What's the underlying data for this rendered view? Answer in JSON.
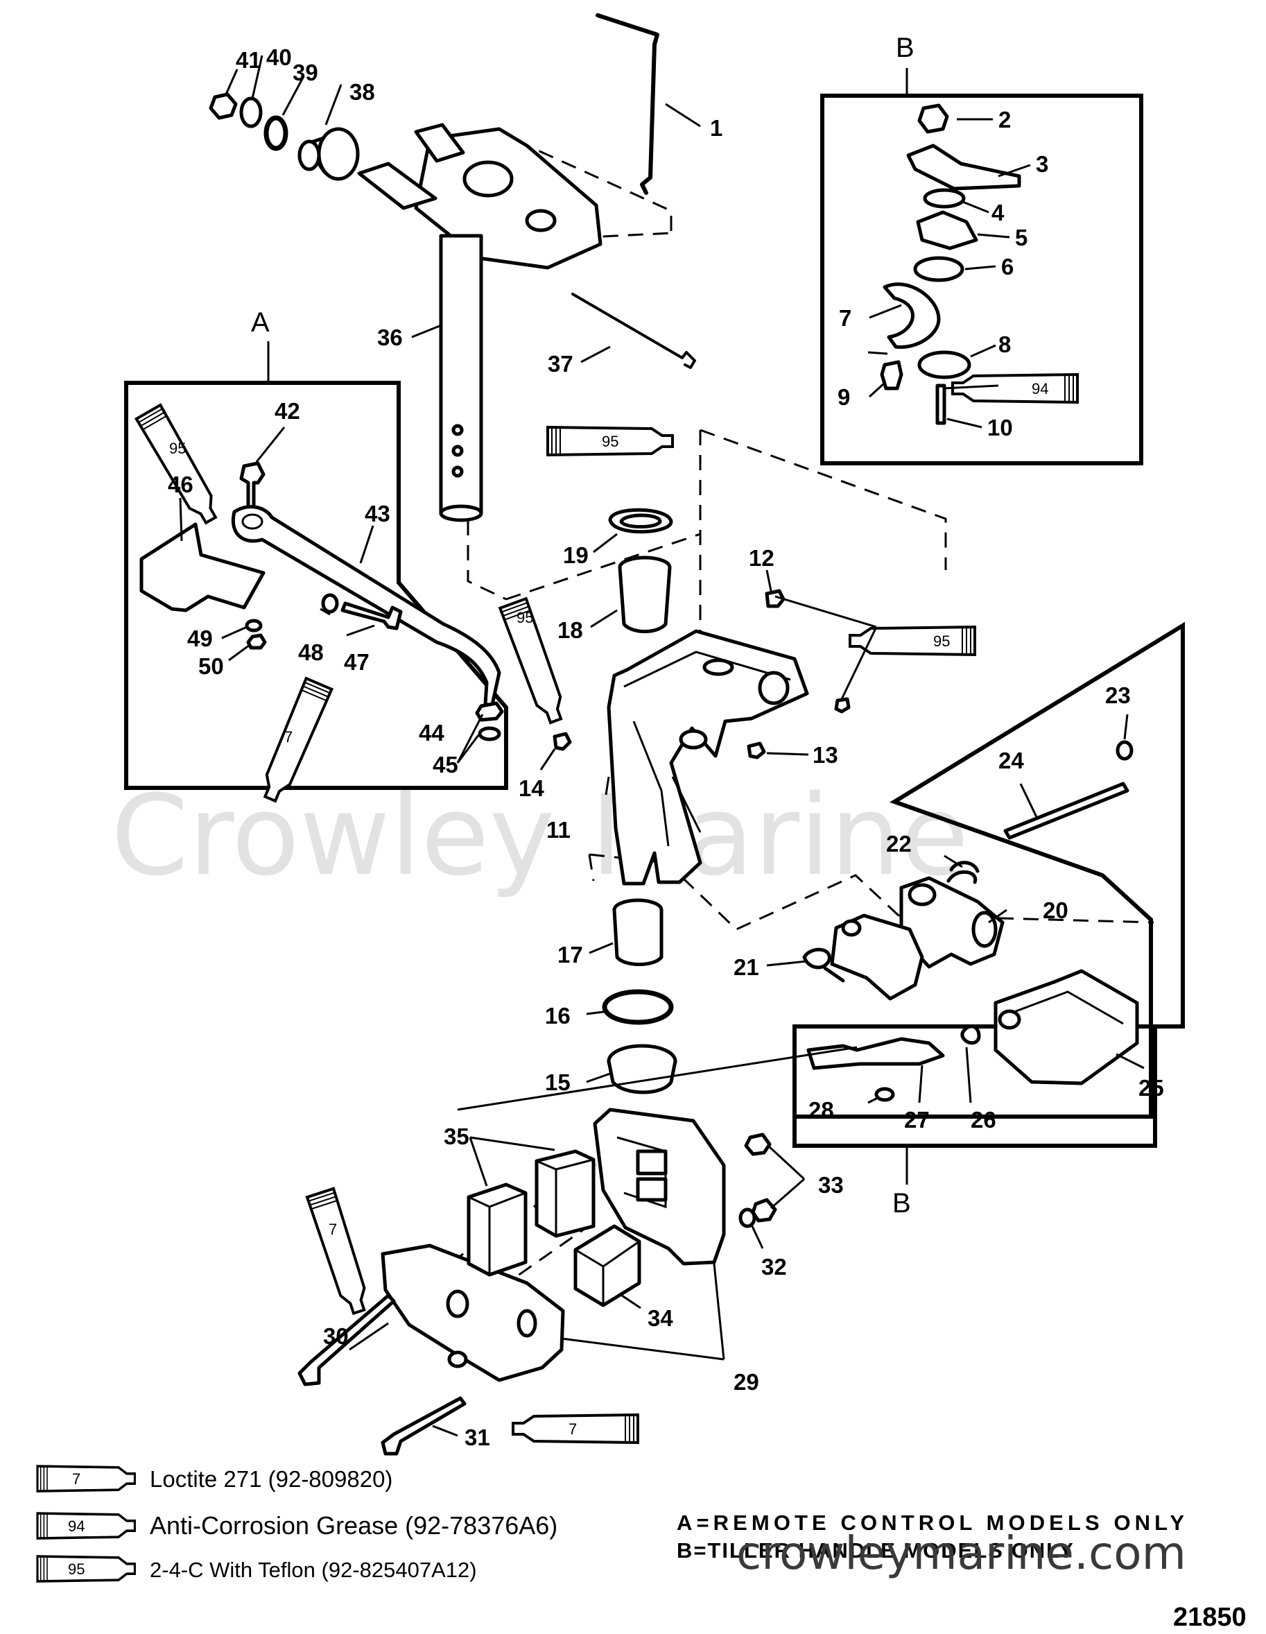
{
  "watermark": {
    "main": "Crowley Marine",
    "url": "crowleymarine.com"
  },
  "section_labels": {
    "a": "A",
    "b_top": "B",
    "b_bottom": "B"
  },
  "callouts": {
    "p1": "1",
    "p2": "2",
    "p3": "3",
    "p4": "4",
    "p5": "5",
    "p6": "6",
    "p7": "7",
    "p8": "8",
    "p9": "9",
    "p10": "10",
    "p11": "11",
    "p12": "12",
    "p13": "13",
    "p14": "14",
    "p15": "15",
    "p16": "16",
    "p17": "17",
    "p18": "18",
    "p19": "19",
    "p20": "20",
    "p21": "21",
    "p22": "22",
    "p23": "23",
    "p24": "24",
    "p25": "25",
    "p26": "26",
    "p27": "27",
    "p28": "28",
    "p29": "29",
    "p30": "30",
    "p31": "31",
    "p32": "32",
    "p33": "33",
    "p34": "34",
    "p35": "35",
    "p36": "36",
    "p37": "37",
    "p38": "38",
    "p39": "39",
    "p40": "40",
    "p41": "41",
    "p42": "42",
    "p43": "43",
    "p44": "44",
    "p45": "45",
    "p46": "46",
    "p47": "47",
    "p48": "48",
    "p49": "49",
    "p50": "50"
  },
  "tubes": {
    "t95": "95",
    "t94": "94",
    "t7": "7"
  },
  "legend": [
    {
      "code": "7",
      "text": "Loctite 271 (92-809820)"
    },
    {
      "code": "94",
      "text": "Anti-Corrosion Grease (92-78376A6)"
    },
    {
      "code": "95",
      "text": "2-4-C  With Teflon (92-825407A12)"
    }
  ],
  "notes": {
    "a": "A=REMOTE  CONTROL  MODELS  ONLY",
    "b": "B=TILLER HANDLE MODELS ONLY"
  },
  "drawing_number": "21850"
}
